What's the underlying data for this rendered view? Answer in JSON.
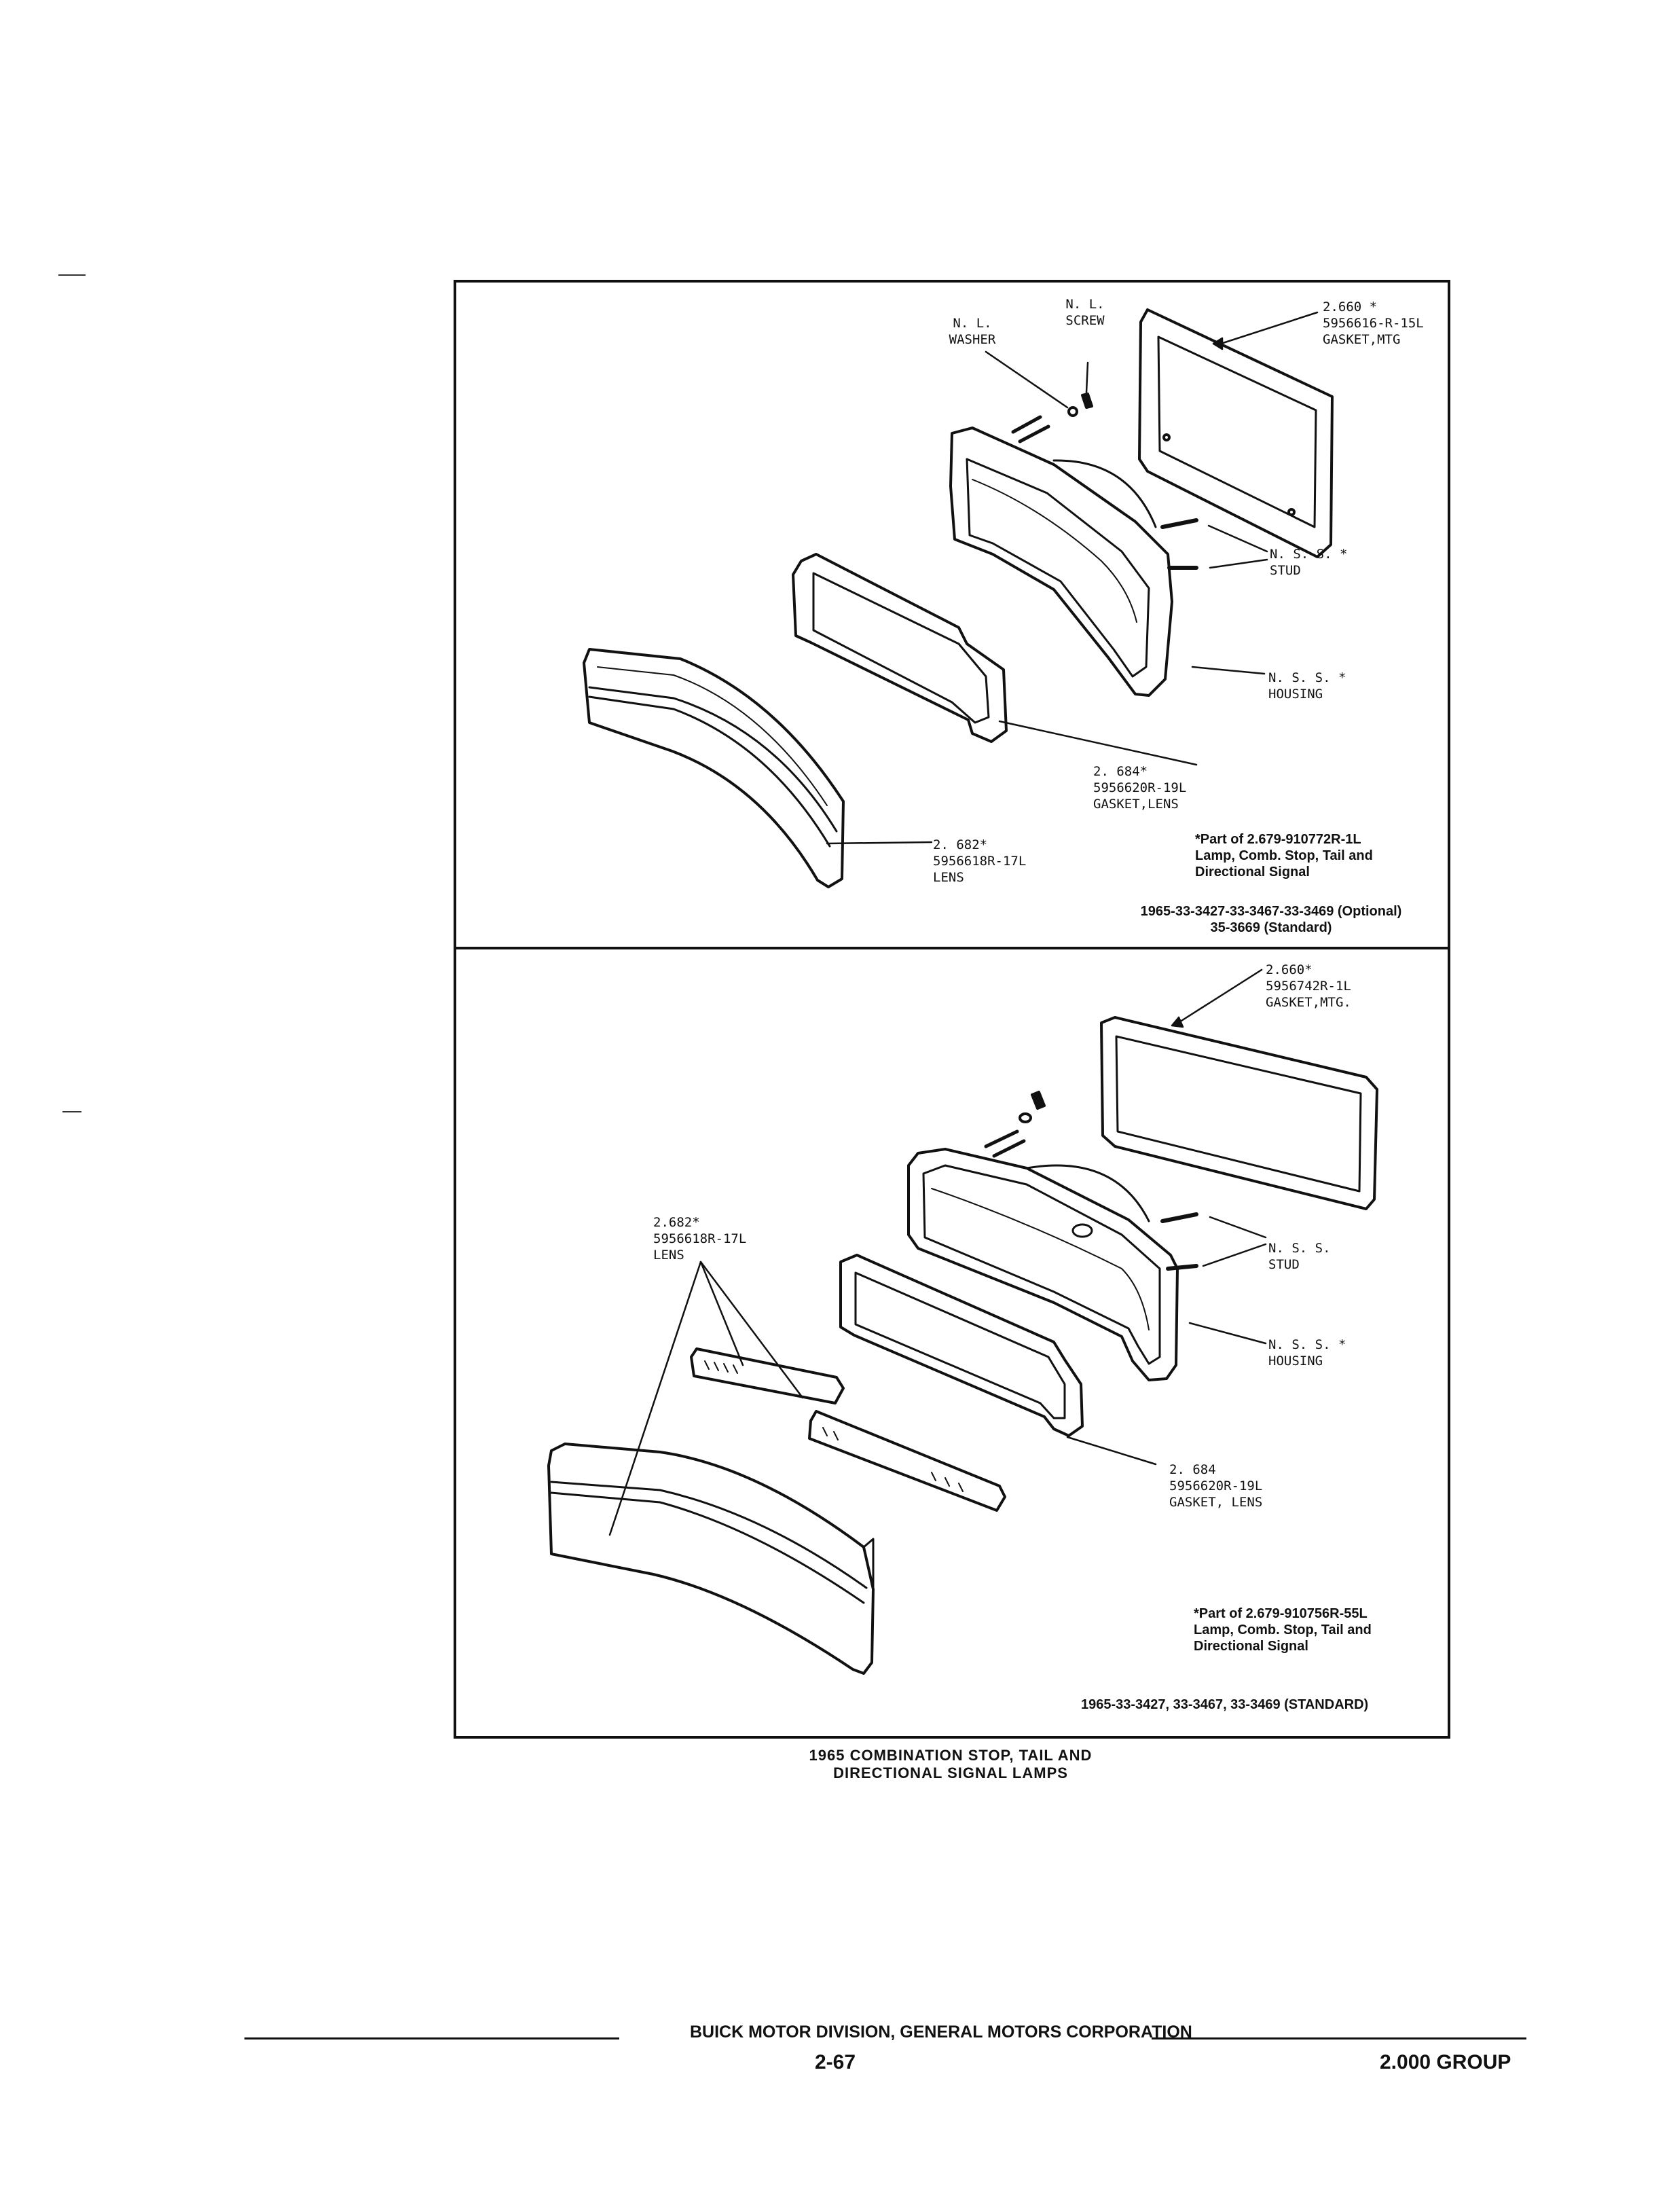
{
  "figure_top": {
    "labels": {
      "nl_washer": "N. L.\nWASHER",
      "nl_screw": "N. L.\nSCREW",
      "gasket_mtg": "2.660 *\n5956616-R-15L\nGASKET,MTG",
      "stud": "N. S. S. *\nSTUD",
      "housing": "N. S. S. *\nHOUSING",
      "gasket_lens": "2. 684*\n5956620R-19L\nGASKET,LENS",
      "lens": "2. 682*\n5956618R-17L\nLENS"
    },
    "note": "*Part of 2.679-910772R-1L\nLamp, Comb. Stop, Tail and\nDirectional Signal",
    "models": "1965-33-3427-33-3467-33-3469 (Optional)\n35-3669 (Standard)"
  },
  "figure_bottom": {
    "labels": {
      "gasket_mtg": "2.660*\n5956742R-1L\nGASKET,MTG.",
      "lens": "2.682*\n5956618R-17L\nLENS",
      "stud": "N. S. S.\nSTUD",
      "housing": "N. S. S. *\nHOUSING",
      "gasket_lens": "2. 684\n5956620R-19L\nGASKET, LENS"
    },
    "note": "*Part of 2.679-910756R-55L\nLamp, Comb. Stop, Tail and\nDirectional Signal",
    "models": "1965-33-3427, 33-3467, 33-3469 (STANDARD)"
  },
  "caption": "1965 COMBINATION STOP, TAIL AND\nDIRECTIONAL SIGNAL LAMPS",
  "footer": {
    "company": "BUICK MOTOR DIVISION, GENERAL MOTORS CORPORATION",
    "page_number": "2-67",
    "group": "2.000 GROUP"
  }
}
